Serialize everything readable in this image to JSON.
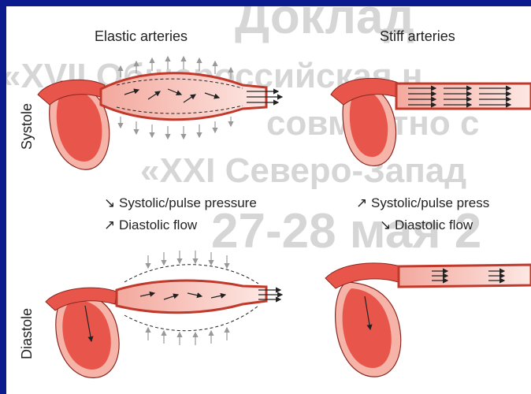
{
  "titles": {
    "elastic": "Elastic arteries",
    "stiff": "Stiff arteries"
  },
  "rows": {
    "systole": "Systole",
    "diastole": "Diastole"
  },
  "legend_elastic": [
    {
      "arrow": "↘",
      "text": "Systolic/pulse pressure"
    },
    {
      "arrow": "↗",
      "text": "Diastolic flow"
    }
  ],
  "legend_stiff": [
    {
      "arrow": "↗",
      "text": "Systolic/pulse press"
    },
    {
      "arrow": "↘",
      "text": "Diastolic flow"
    }
  ],
  "watermark": {
    "line1": "Доклад",
    "line2": "«XVII Общероссийская н",
    "line3": "совместно с",
    "line4": "«XXI Северо-Запад",
    "line5": "27-28 мая 2"
  },
  "colors": {
    "border": "#0b1a8c",
    "tissue": "#e8564b",
    "tissue_light": "#f6b3a8",
    "outline": "#8a2620"
  }
}
